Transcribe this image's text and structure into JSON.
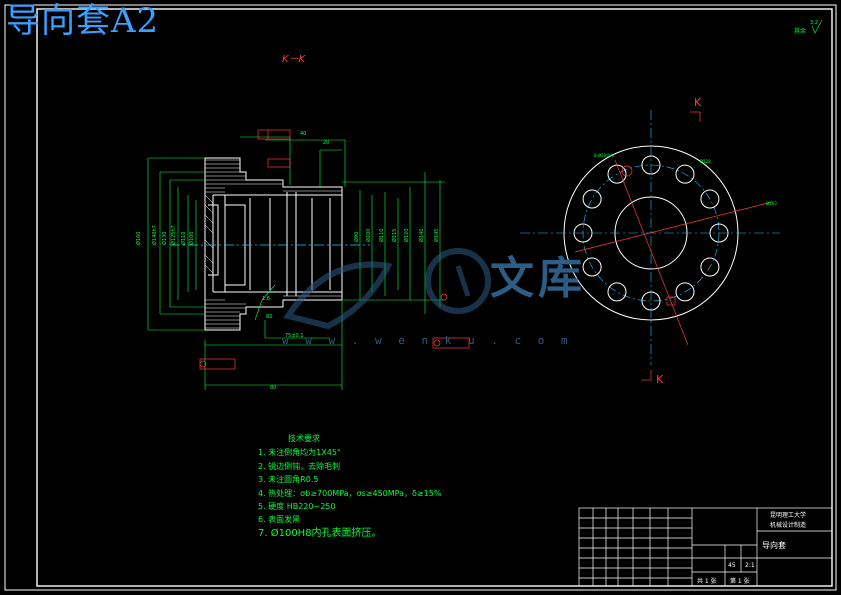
{
  "title": "导向套A2",
  "section_label": "K－K",
  "section_mark_top": "K",
  "section_mark_bottom": "K",
  "roughness_note": "其余",
  "roughness_value": "3.2",
  "notes": {
    "heading": "技术要求",
    "items": [
      "1. 未注倒角均为1X45°",
      "2. 锐边倒钝，去除毛刺",
      "3. 未注圆角R0.5",
      "4. 热处理：σb≥700MPa，σs≥450MPa，δ≥15%",
      "5. 硬度 HB220~250",
      "6. 表面发黑",
      "7. Ø100H8内孔表面挤压。"
    ]
  },
  "watermark": {
    "text": "文库",
    "url": "w w w . w e n k u . c o m"
  },
  "title_block": {
    "school": "昆明理工大学",
    "dept": "机械设计制造",
    "part_name": "导向套",
    "scale": "2:1",
    "material": "45",
    "sheet": "共 1 张",
    "page": "第 1 张"
  },
  "colors": {
    "border": "#ffffff",
    "geometry": "#ffffff",
    "dimension": "#00ff3c",
    "center": "#19c8ff",
    "section": "#ff3b3b",
    "title": "#3aa0ff"
  }
}
